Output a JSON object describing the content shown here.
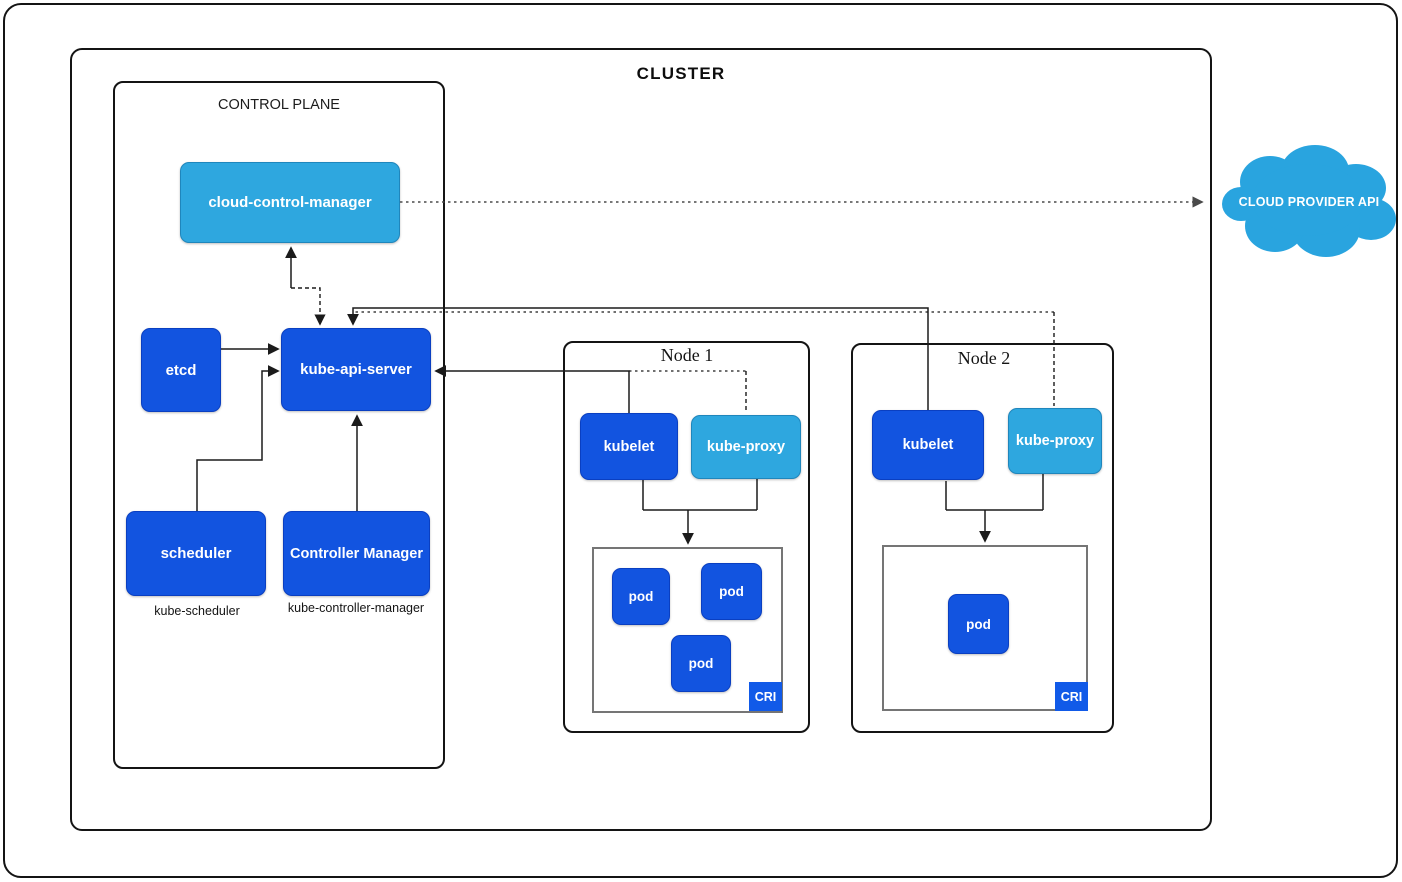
{
  "diagram": {
    "title": "CLUSTER",
    "control_plane": {
      "label": "CONTROL PLANE",
      "cloud_control_manager": "cloud-control-manager",
      "etcd": "etcd",
      "kube_api_server": "kube-api-server",
      "scheduler": "scheduler",
      "controller_manager": "Controller Manager",
      "scheduler_sublabel": "kube-scheduler",
      "controller_manager_sublabel": "kube-controller-manager"
    },
    "nodes": [
      {
        "title": "Node 1",
        "kubelet": "kubelet",
        "kube_proxy": "kube-proxy",
        "pods": [
          "pod",
          "pod",
          "pod"
        ],
        "cri_label": "CRI"
      },
      {
        "title": "Node 2",
        "kubelet": "kubelet",
        "kube_proxy": "kube-proxy",
        "pods": [
          "pod"
        ],
        "cri_label": "CRI"
      }
    ],
    "external": {
      "cloud_provider_api": "CLOUD PROVIDER API"
    },
    "colors": {
      "primary_blue": "#1254e0",
      "primary_blue_border": "#0a3fc1",
      "light_blue": "#2ea7df",
      "light_blue_border": "#1f86bc",
      "cri_blue": "#115ae8",
      "cloud_blue": "#29a4df",
      "connector": "#1b1b1b",
      "connector_dotted": "#4a4a4a",
      "pods_border": "#757575"
    }
  }
}
